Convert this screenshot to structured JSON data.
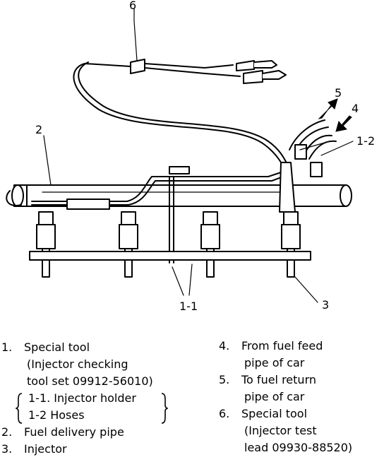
{
  "callouts": {
    "c6": "6",
    "c5": "5",
    "c4": "4",
    "c2": "2",
    "c12": "1-2",
    "c11": "1-1",
    "c3": "3"
  },
  "legend": {
    "left": [
      {
        "num": "1.",
        "lines": [
          "Special tool",
          "(Injector checking",
          "tool set 09912-56010)"
        ]
      },
      {
        "sub": [
          "1-1. Injector holder",
          "1-2 Hoses"
        ]
      },
      {
        "num": "2.",
        "lines": [
          "Fuel delivery pipe"
        ]
      },
      {
        "num": "3.",
        "lines": [
          "Injector"
        ]
      }
    ],
    "right": [
      {
        "num": "4.",
        "lines": [
          "From fuel feed",
          "pipe of car"
        ]
      },
      {
        "num": "5.",
        "lines": [
          "To fuel return",
          "pipe of car"
        ]
      },
      {
        "num": "6.",
        "lines": [
          "Special tool",
          "(Injector test",
          "lead 09930-88520)"
        ]
      }
    ]
  }
}
